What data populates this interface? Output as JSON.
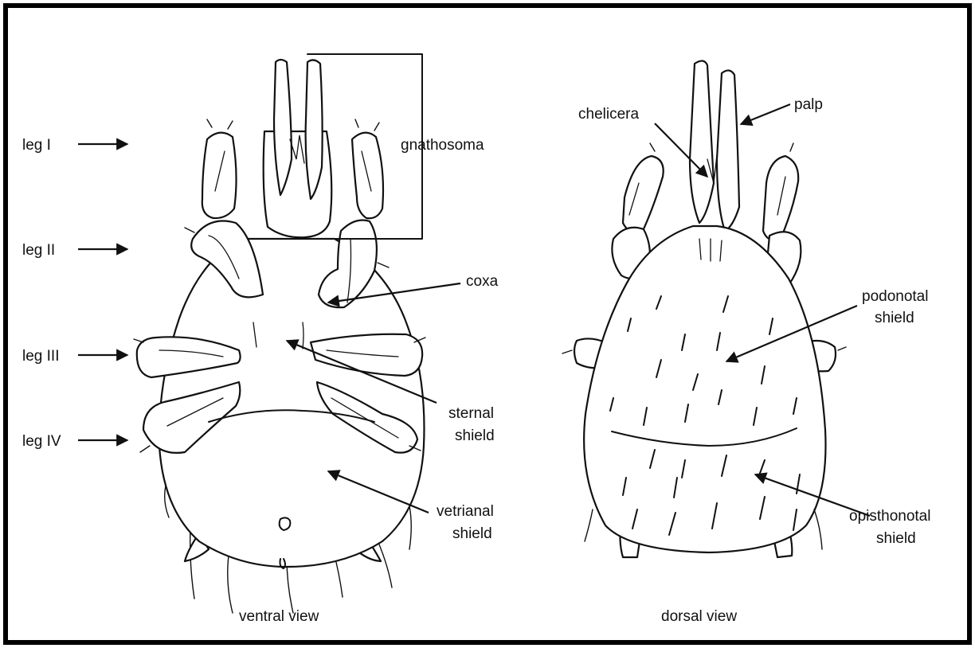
{
  "labels": {
    "leg_1": "leg I",
    "leg_2": "leg II",
    "leg_3": "leg III",
    "leg_4": "leg IV",
    "gnathosoma": "gnathosoma",
    "coxa": "coxa",
    "sternal_1": "sternal",
    "sternal_2": "shield",
    "vetrianal_1": "vetrianal",
    "vetrianal_2": "shield",
    "chelicera": "chelicera",
    "palp": "palp",
    "podonotal_1": "podonotal",
    "podonotal_2": "shield",
    "opisthonotal_1": "opisthonotal",
    "opisthonotal_2": "shield"
  },
  "captions": {
    "ventral": "ventral view",
    "dorsal": "dorsal view"
  }
}
